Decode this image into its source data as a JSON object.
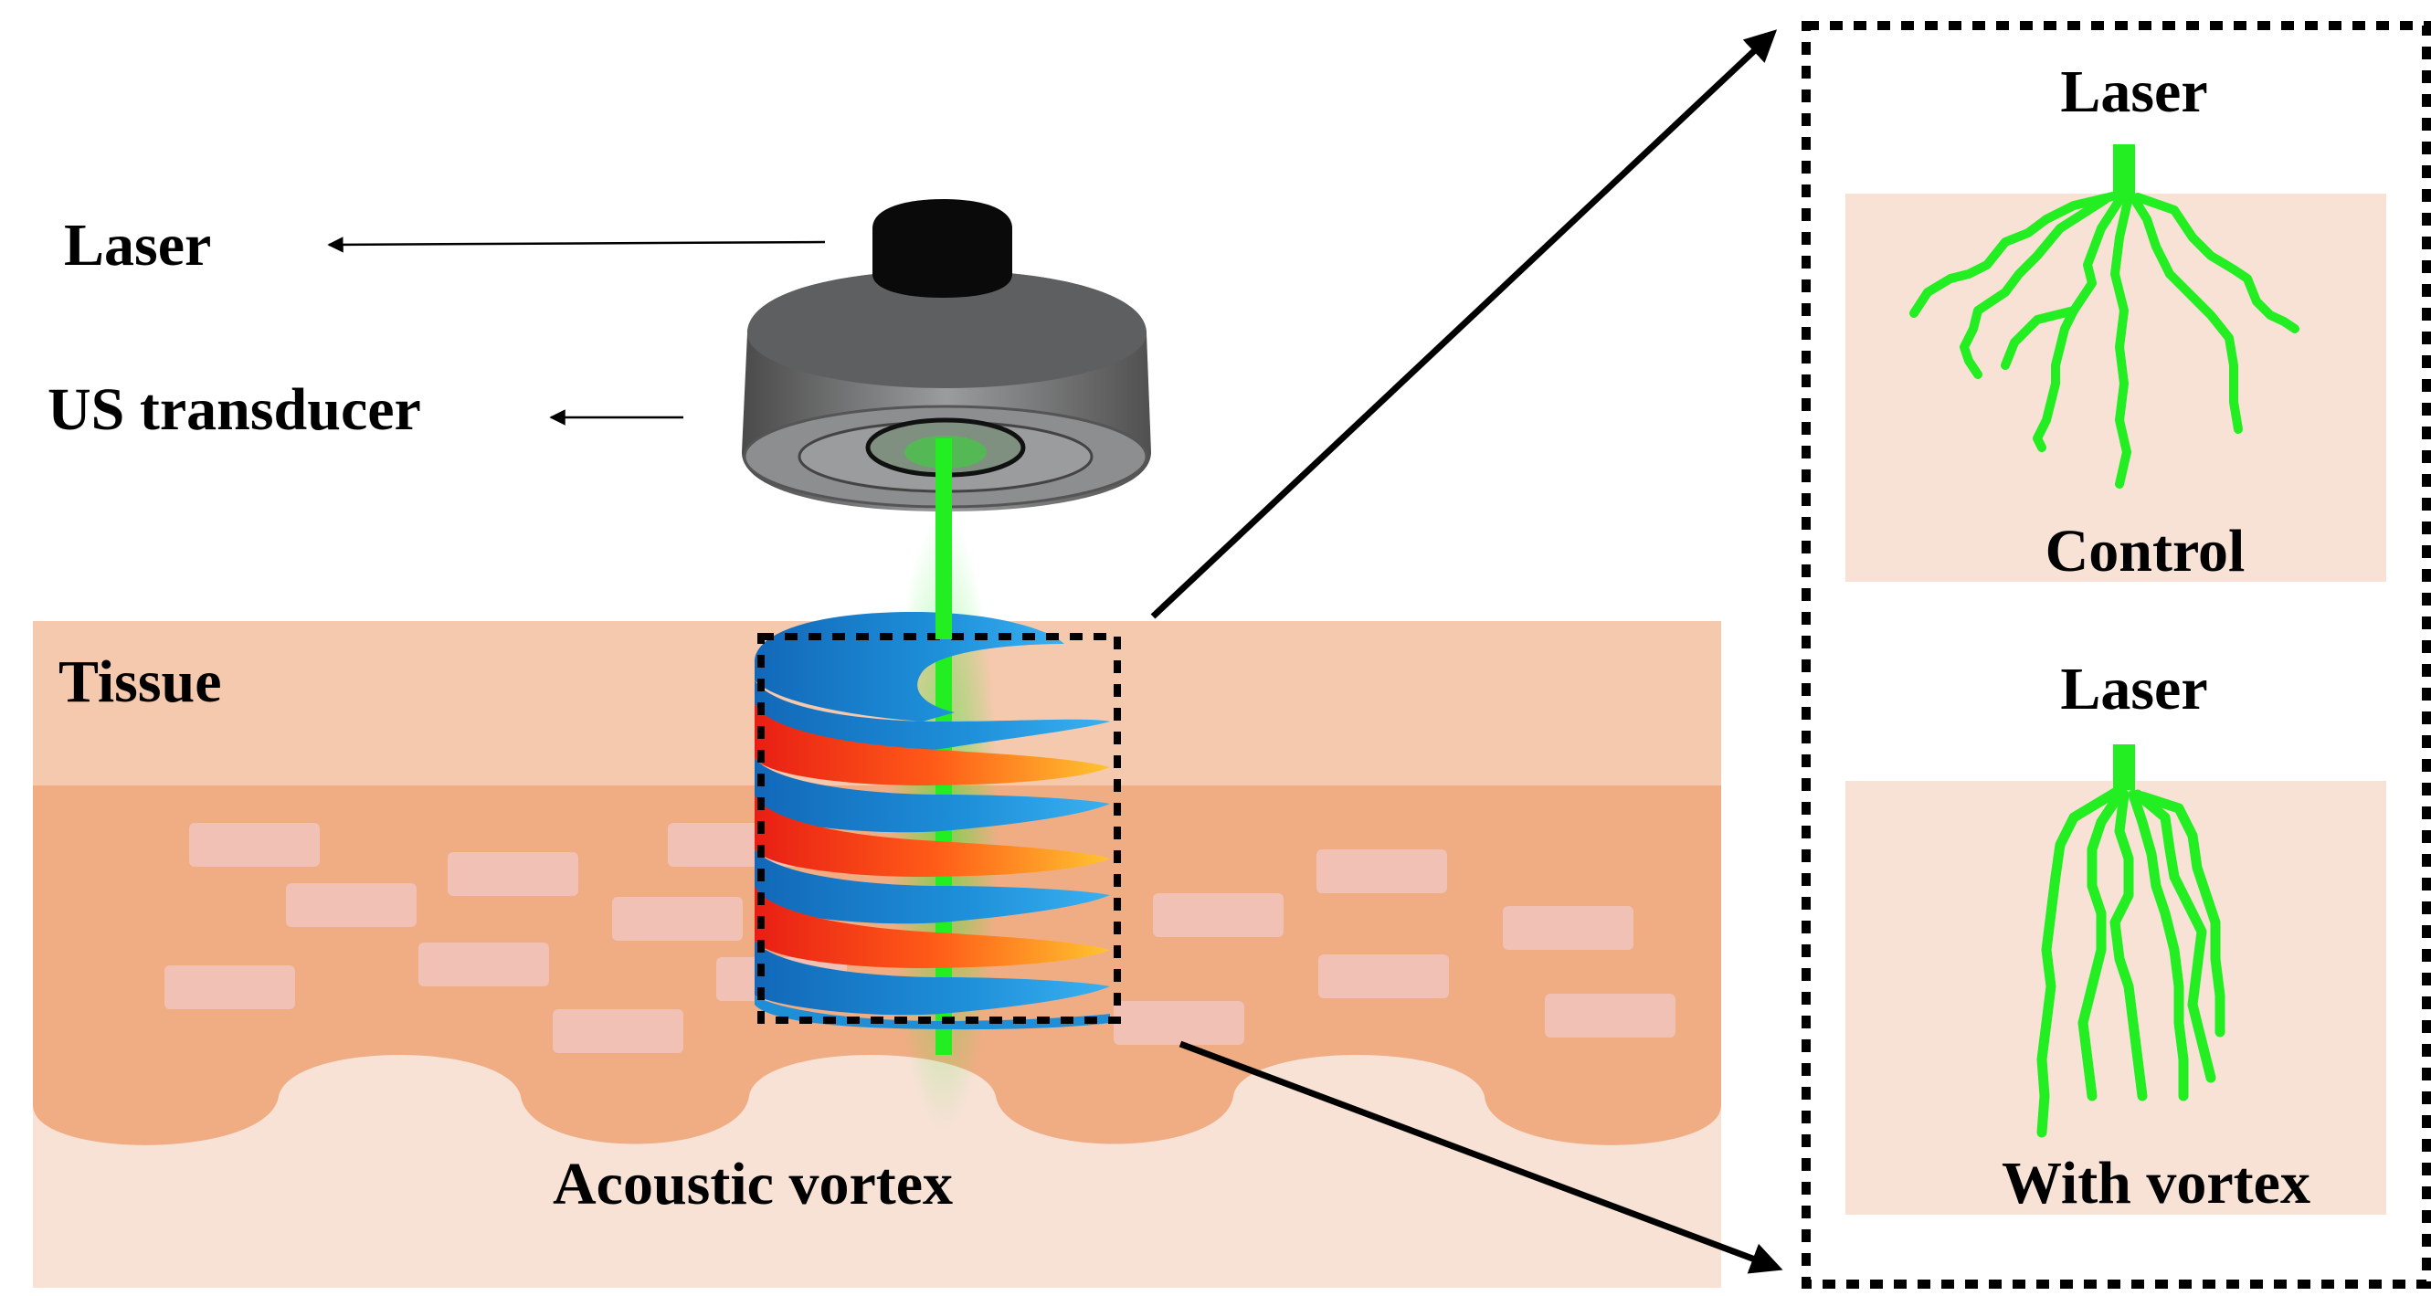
{
  "labels": {
    "laser": "Laser",
    "us_transducer": "US transducer",
    "tissue": "Tissue",
    "acoustic_vortex": "Acoustic vortex"
  },
  "inset": {
    "top_panel": {
      "laser": "Laser",
      "caption": "Control"
    },
    "bottom_panel": {
      "laser": "Laser",
      "caption": "With vortex"
    }
  },
  "colors": {
    "laser_beam": "#22ee22",
    "tissue_top": "#f5c9ad",
    "tissue_mid": "#f0ad84",
    "tissue_bottom": "#f8e2d6",
    "cell": "#f0c1b4",
    "inset_panel": "#f8e2d6",
    "vortex_blue": "#1e8fd6",
    "vortex_red": "#ee3322",
    "vortex_orange": "#ffa020"
  }
}
